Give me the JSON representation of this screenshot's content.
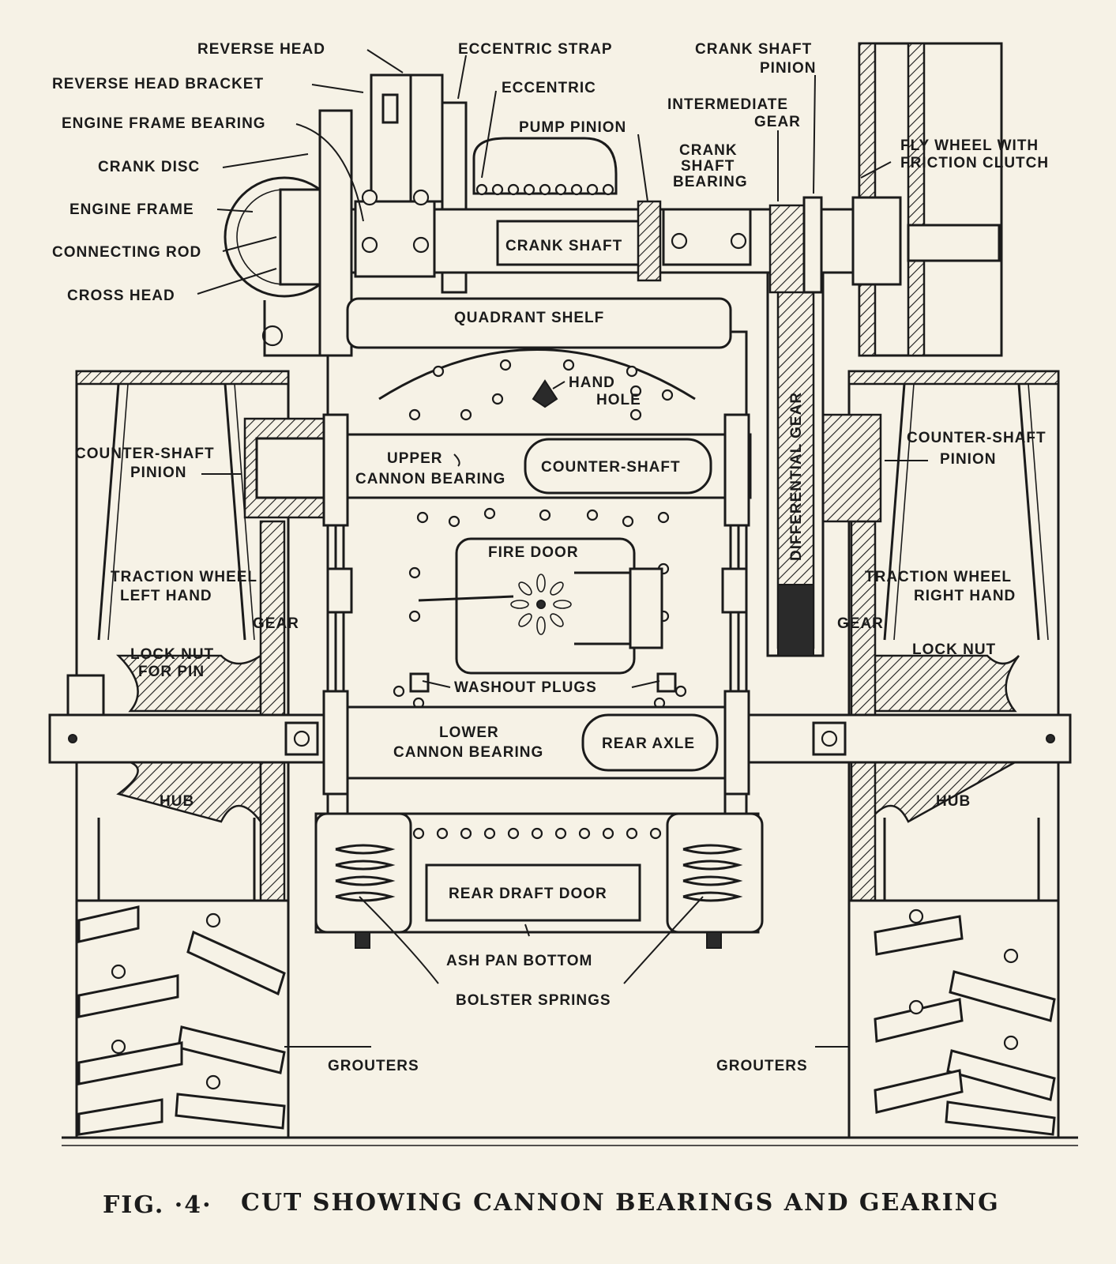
{
  "labels": {
    "reverse_head": "REVERSE  HEAD",
    "reverse_head_bracket": "REVERSE HEAD BRACKET",
    "engine_frame_bearing": "ENGINE FRAME BEARING",
    "crank_disc": "CRANK DISC",
    "engine_frame": "ENGINE FRAME",
    "connecting_rod": "CONNECTING ROD",
    "cross_head": "CROSS HEAD",
    "eccentric_strap": "ECCENTRIC STRAP",
    "eccentric": "ECCENTRIC",
    "pump_pinion": "PUMP PINION",
    "crank_shaft_pinion_1": "CRANK SHAFT",
    "crank_shaft_pinion_2": "PINION",
    "intermediate_gear_1": "INTERMEDIATE",
    "intermediate_gear_2": "GEAR",
    "crank_shaft_bearing_1": "CRANK",
    "crank_shaft_bearing_2": "SHAFT",
    "crank_shaft_bearing_3": "BEARING",
    "fly_wheel_1": "FLY WHEEL WITH",
    "fly_wheel_2": "FRICTION CLUTCH",
    "crank_shaft": "CRANK SHAFT",
    "quadrant_shelf": "QUADRANT SHELF",
    "hand_hole_1": "HAND",
    "hand_hole_2": "HOLE",
    "differential_gear": "DIFFERENTIAL GEAR",
    "counter_shaft_pinion_left_1": "COUNTER-SHAFT",
    "counter_shaft_pinion_left_2": "PINION",
    "upper_cannon_bearing_1": "UPPER",
    "upper_cannon_bearing_2": "CANNON BEARING",
    "counter_shaft": "COUNTER-SHAFT",
    "counter_shaft_pinion_right_1": "COUNTER-SHAFT",
    "counter_shaft_pinion_right_2": "PINION",
    "fire_door": "FIRE DOOR",
    "traction_wheel_left_1": "TRACTION WHEEL",
    "traction_wheel_left_2": "LEFT HAND",
    "gear_left": "GEAR",
    "traction_wheel_right_1": "TRACTION WHEEL",
    "traction_wheel_right_2": "RIGHT HAND",
    "gear_right": "GEAR",
    "lock_nut_for_pin_1": "LOCK NUT",
    "lock_nut_for_pin_2": "FOR PIN",
    "lock_nut_right": "LOCK  NUT",
    "washout_plugs": "WASHOUT  PLUGS",
    "lower_cannon_bearing_1": "LOWER",
    "lower_cannon_bearing_2": "CANNON BEARING",
    "rear_axle": "REAR AXLE",
    "hub_left": "HUB",
    "hub_right": "HUB",
    "rear_draft_door": "REAR DRAFT DOOR",
    "ash_pan_bottom": "ASH PAN  BOTTOM",
    "bolster_springs": "BOLSTER SPRINGS",
    "grouters_left": "GROUTERS",
    "grouters_right": "GROUTERS"
  },
  "caption": {
    "fig": "FIG. ·4·",
    "text": "CUT SHOWING CANNON BEARINGS AND GEARING"
  }
}
